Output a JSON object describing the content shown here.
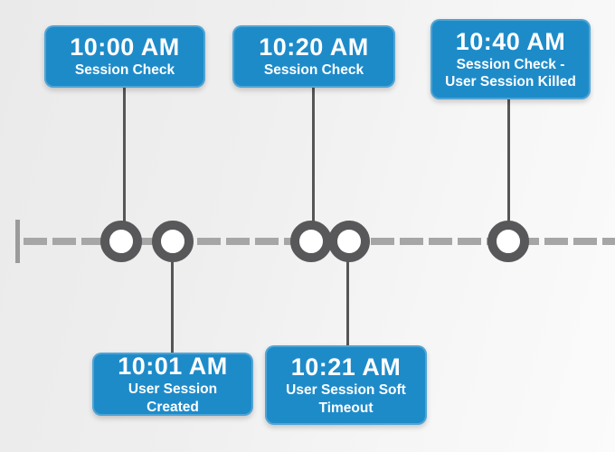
{
  "diagram": {
    "type": "timeline",
    "events": [
      {
        "time": "10:00 AM",
        "label": "Session Check",
        "side": "above"
      },
      {
        "time": "10:01 AM",
        "label": "User Session Created",
        "side": "below"
      },
      {
        "time": "10:20 AM",
        "label": "Session Check",
        "side": "above"
      },
      {
        "time": "10:21 AM",
        "label": "User Session Soft Timeout",
        "side": "below"
      },
      {
        "time": "10:40 AM",
        "label": "Session Check - User Session Killed",
        "side": "above"
      }
    ],
    "colors": {
      "card_blue": "#1e8bc9",
      "axis_gray": "#a6a6a6",
      "node_ring_gray": "#58585a",
      "connector_gray": "#565656",
      "tick_gray": "#9b9b9b",
      "text": "#ffffff"
    }
  }
}
